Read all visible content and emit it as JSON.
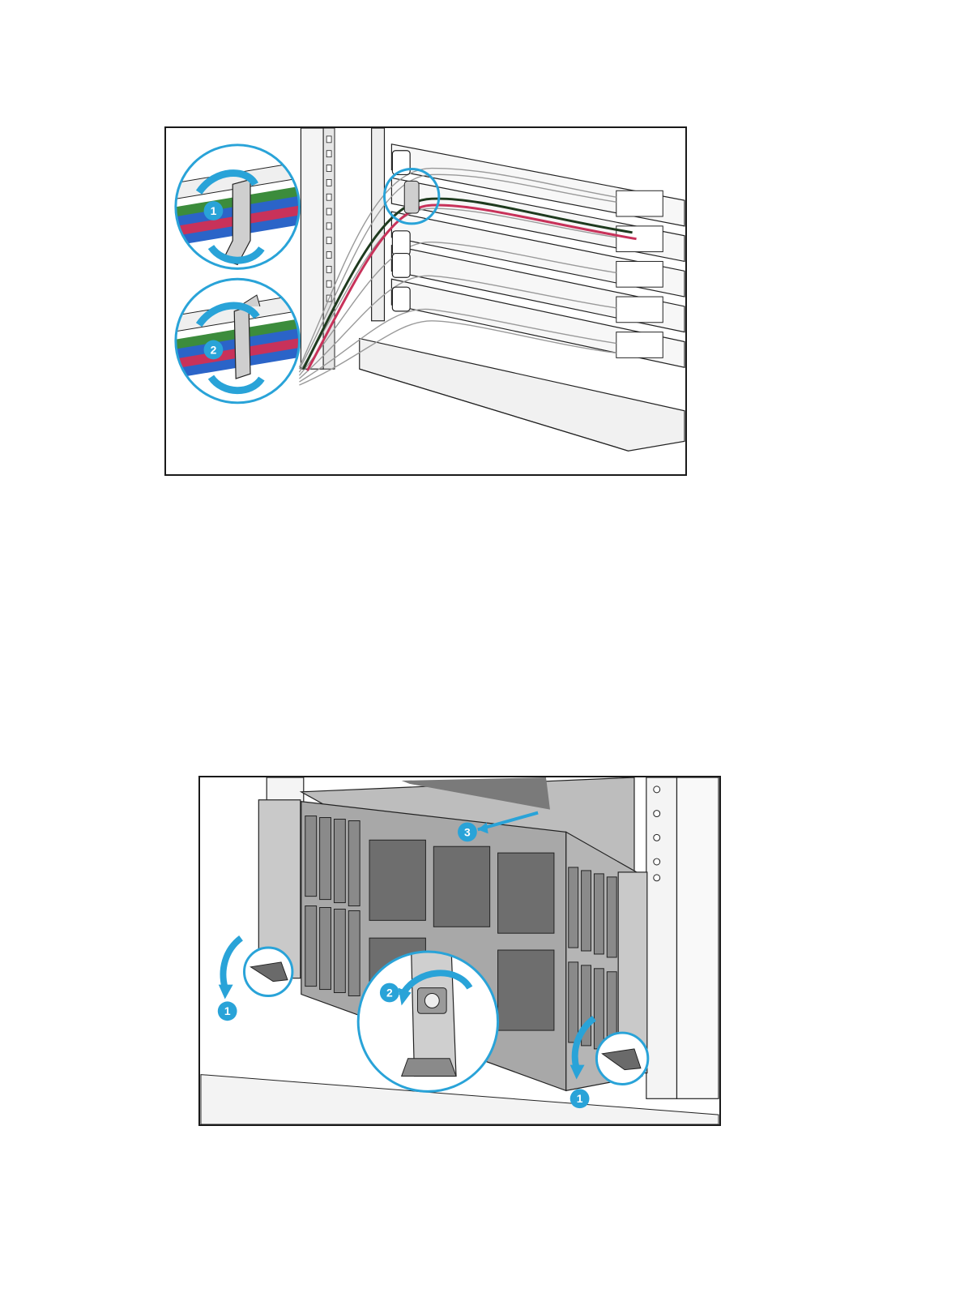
{
  "figure1": {
    "callouts": [
      "1",
      "2"
    ],
    "colors": {
      "accent": "#29a3d8",
      "cable_red": "#c8325a",
      "cable_green": "#3c8c3c",
      "cable_blue": "#2b64c8"
    }
  },
  "figure2": {
    "callouts": [
      "3",
      "1",
      "2",
      "1"
    ],
    "colors": {
      "accent": "#29a3d8"
    }
  }
}
